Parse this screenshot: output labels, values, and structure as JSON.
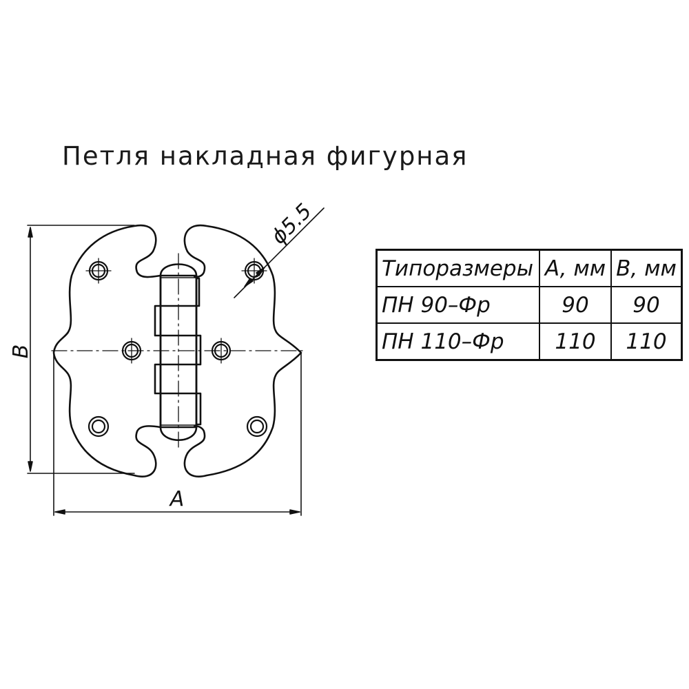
{
  "title": "Петля накладная фигурная",
  "drawing": {
    "dimension_labels": {
      "width": "A",
      "height": "B",
      "hole_diameter": "ϕ5.5"
    },
    "hole_count": 6,
    "knuckle_count": 5
  },
  "table": {
    "headers": [
      "Типоразмеры",
      "A, мм",
      "B, мм"
    ],
    "rows": [
      {
        "model": "ПН 90–Фр",
        "a": "90",
        "b": "90"
      },
      {
        "model": "ПН 110–Фр",
        "a": "110",
        "b": "110"
      }
    ]
  },
  "colors": {
    "line": "#111111",
    "background": "#ffffff"
  }
}
